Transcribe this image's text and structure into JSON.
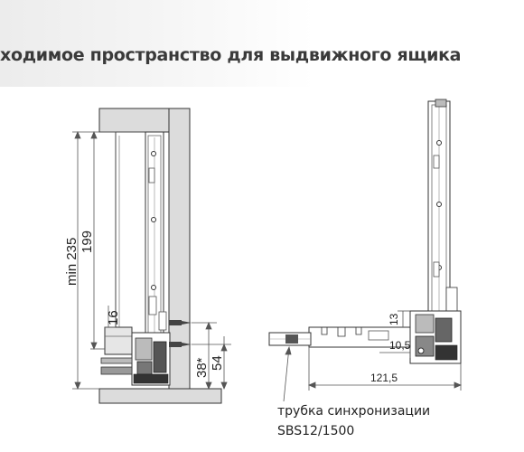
{
  "header": {
    "title": "ходимое пространство для выдвижного ящика"
  },
  "dimensions": {
    "min_height": "min 235",
    "inner_height": "199",
    "bottom_gap": "16",
    "screw_offset": "38*",
    "lower_height": "54",
    "sync_offset": "13",
    "small_gap": "10,5",
    "depth": "121,5"
  },
  "caption": {
    "line1": "трубка синхронизации",
    "line2": "SBS12/1500"
  },
  "colors": {
    "cabinet_fill": "#dcdcdc",
    "line": "#333333",
    "dim_line": "#555555"
  }
}
